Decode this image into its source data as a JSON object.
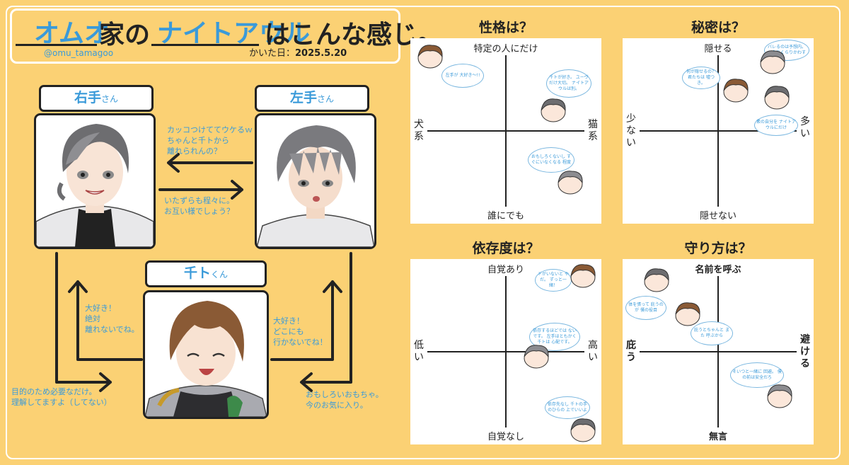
{
  "header": {
    "family_name": "オムオ",
    "ie_no": "家の",
    "unit_name": "ナイトアウル",
    "suffix": "はこんな感じ。",
    "handle": "@omu_tamagoo",
    "drawn_label": "かいた日：",
    "drawn_date": "2025.5.20"
  },
  "characters": {
    "migite": {
      "name": "右手",
      "honorific": "さん"
    },
    "hidarite": {
      "name": "左手",
      "honorific": "さん"
    },
    "chito": {
      "name": "千ト",
      "honorific": "くん"
    }
  },
  "relations": {
    "hidarite_to_migite": "カッコつけててウケるｗ\nちゃんと千トから\n離れられんの？",
    "migite_to_hidarite": "いたずらも程々に。\nお互い様でしょう？",
    "chito_to_migite": "大好き！\n絶対\n離れないでね。",
    "chito_to_hidarite": "大好き！\nどこにも\n行かないでね！",
    "migite_to_chito": "目的のため必要なだけ。\n理解してますよ（してない）",
    "hidarite_to_chito": "おもしろいおもちゃ。\n今のお気に入り。"
  },
  "quadrants": {
    "personality": {
      "title": "性格は？",
      "top": "特定の人にだけ",
      "bottom": "誰にでも",
      "left": "犬系",
      "right": "猫系",
      "bubbles": [
        "左手が\n大好き〜!!",
        "千トが好き。\nユーヴだけ大切。\nナイトアウルは別。",
        "おもしろくないし\nすぐにいなくなる\n程度"
      ]
    },
    "secrets": {
      "title": "秘密は？",
      "top": "隠せる",
      "bottom": "隠せない",
      "left": "少ない",
      "right": "多い",
      "bubbles": [
        "バレるのは予想内。\nのらりくらりかわす",
        "何が隠せるの？\n君たちは\n嘘つき。",
        "素の自分を\nナイトアウルにだけ"
      ]
    },
    "dependence": {
      "title": "依存度は？",
      "top": "自覚あり",
      "bottom": "自覚なし",
      "left": "低い",
      "right": "高い",
      "bubbles": [
        "ドがいないと\nやだ。\nずっと一緒！",
        "依存するほどでは\nないです。\n左手はともかく千トは\n心配です。",
        "依存先なし\n千トの手のひらの\n上でいいよ"
      ]
    },
    "protection": {
      "title": "守り方は？",
      "top": "名前を呼ぶ",
      "bottom": "無言",
      "left": "庇う",
      "right": "避ける",
      "bubbles": [
        "体を張って\n庇うのが\n僕の役目",
        "庇うとちゃんと\nまた\n呼ぶから",
        "そいつと一緒に\n回避。\n僕の前は安全だろ"
      ]
    }
  },
  "colors": {
    "background": "#fbd174",
    "accent_blue": "#3a9ad9",
    "ink": "#222222"
  }
}
